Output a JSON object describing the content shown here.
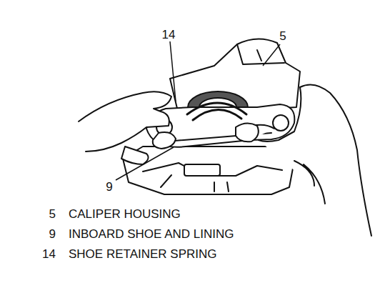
{
  "diagram": {
    "labels": [
      "14",
      "5",
      "9",
      "5",
      "CALIPER HOUSING",
      "9",
      "INBOARD SHOE AND LINING",
      "14",
      "SHOE RETAINER SPRING"
    ]
  }
}
